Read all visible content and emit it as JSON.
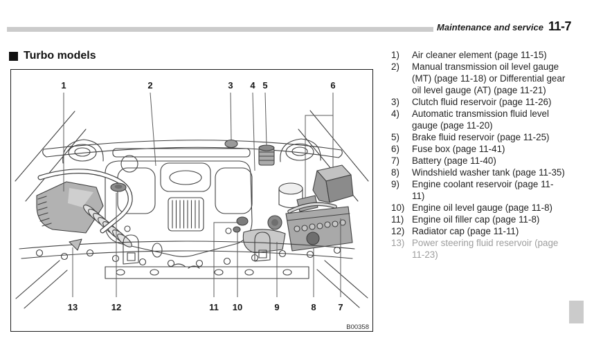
{
  "header": {
    "section": "Maintenance and service",
    "page": "11-7"
  },
  "section_heading": "Turbo models",
  "figure": {
    "code": "B00358",
    "callouts": {
      "c1": "1",
      "c2": "2",
      "c3": "3",
      "c4": "4",
      "c5": "5",
      "c6": "6",
      "c7": "7",
      "c8": "8",
      "c9": "9",
      "c10": "10",
      "c11": "11",
      "c12": "12",
      "c13": "13"
    }
  },
  "legend": {
    "items": [
      {
        "num": "1)",
        "muted": false,
        "lines": [
          "Air cleaner element (page 11-15)"
        ]
      },
      {
        "num": "2)",
        "muted": false,
        "lines": [
          "Manual transmission oil level gauge",
          "(MT) (page 11-18) or Differential gear",
          "oil level gauge (AT) (page 11-21)"
        ]
      },
      {
        "num": "3)",
        "muted": false,
        "lines": [
          "Clutch fluid reservoir (page 11-26)"
        ]
      },
      {
        "num": "4)",
        "muted": false,
        "lines": [
          "Automatic transmission fluid level",
          "gauge (page 11-20)"
        ]
      },
      {
        "num": "5)",
        "muted": false,
        "lines": [
          "Brake fluid reservoir (page 11-25)"
        ]
      },
      {
        "num": "6)",
        "muted": false,
        "lines": [
          "Fuse box (page 11-41)"
        ]
      },
      {
        "num": "7)",
        "muted": false,
        "lines": [
          "Battery (page 11-40)"
        ]
      },
      {
        "num": "8)",
        "muted": false,
        "lines": [
          "Windshield washer tank (page 11-35)"
        ]
      },
      {
        "num": "9)",
        "muted": false,
        "lines": [
          "Engine coolant reservoir (page 11-",
          "11)"
        ]
      },
      {
        "num": "10)",
        "muted": false,
        "lines": [
          "Engine oil level gauge (page 11-8)"
        ]
      },
      {
        "num": "11)",
        "muted": false,
        "lines": [
          "Engine oil filler cap (page 11-8)"
        ]
      },
      {
        "num": "12)",
        "muted": false,
        "lines": [
          "Radiator cap (page 11-11)"
        ]
      },
      {
        "num": "13)",
        "muted": true,
        "lines": [
          "Power steering fluid reservoir (page",
          "11-23)"
        ]
      }
    ]
  },
  "colors": {
    "rule_gray": "#cbcbcb",
    "muted_text": "#9d9d9d",
    "line_art": "#3f3f3f"
  }
}
